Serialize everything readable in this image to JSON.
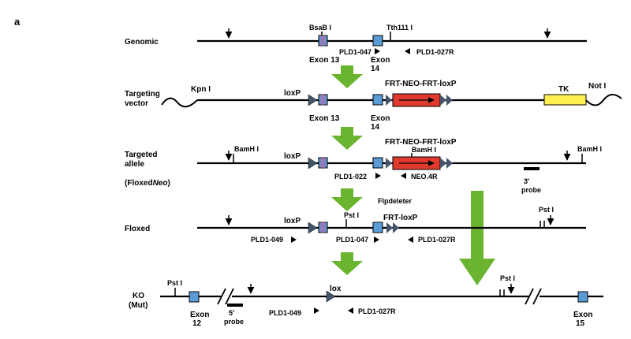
{
  "panel_label": "a",
  "rows": {
    "genomic": {
      "label": "Genomic"
    },
    "targeting": {
      "label_line1": "Targeting",
      "label_line2": "vector"
    },
    "targeted": {
      "label_line1": "Targeted",
      "label_line2": "allele",
      "label_line3": "(Floxed",
      "label_line3_italic": "Neo",
      "label_line3_end": ")"
    },
    "floxed": {
      "label": "Floxed"
    },
    "ko": {
      "label_line1": "KO",
      "label_line2": "(Mut)"
    }
  },
  "annotations": {
    "bsab": "BsaB I",
    "tth": "Tth111 I",
    "pld1_047_a": "PLD1-047",
    "pld1_027r_a": "PLD1-027R",
    "exon13_a": "Exon 13",
    "exon14_a_1": "Exon",
    "exon14_a_2": "14",
    "kpn": "Kpn I",
    "loxp_b": "loxP",
    "frt_neo_b": "FRT-NEO-FRT-loxP",
    "tk": "TK",
    "not": "Not I",
    "exon13_b": "Exon 13",
    "exon14_b_1": "Exon",
    "exon14_b_2": "14",
    "bamh_c1": "BamH I",
    "loxp_c": "loxP",
    "frt_neo_c": "FRT-NEO-FRT-loxP",
    "bamh_c2": "BamH I",
    "bamh_c3": "BamH I",
    "pld1_022": "PLD1-022",
    "neo4r": "NEO.4R",
    "probe3_1": "3'",
    "probe3_2": "probe",
    "flpdeleter": "Flpdeleter",
    "loxp_d": "loxP",
    "pst_d1": "Pst I",
    "frt_loxp_d": "FRT-loxP",
    "pst_d2": "Pst I",
    "pld1_049_d": "PLD1-049",
    "pld1_047_d": "PLD1-047",
    "pld1_027r_d": "PLD1-027R",
    "pst_e1": "Pst I",
    "lox_e": "lox",
    "pst_e2": "Pst I",
    "exon12_1": "Exon",
    "exon12_2": "12",
    "probe5_1": "5'",
    "probe5_2": "probe",
    "pld1_049_e": "PLD1-049",
    "pld1_027r_e": "PLD1-027R",
    "exon15_1": "Exon",
    "exon15_2": "15"
  },
  "colors": {
    "exon": "#5b9bd5",
    "neo": "#e03a2f",
    "tk": "#ffef50",
    "loxp": "#44546a",
    "arrow": "#6ab42f",
    "exon13_stripe": "#d05da0"
  }
}
